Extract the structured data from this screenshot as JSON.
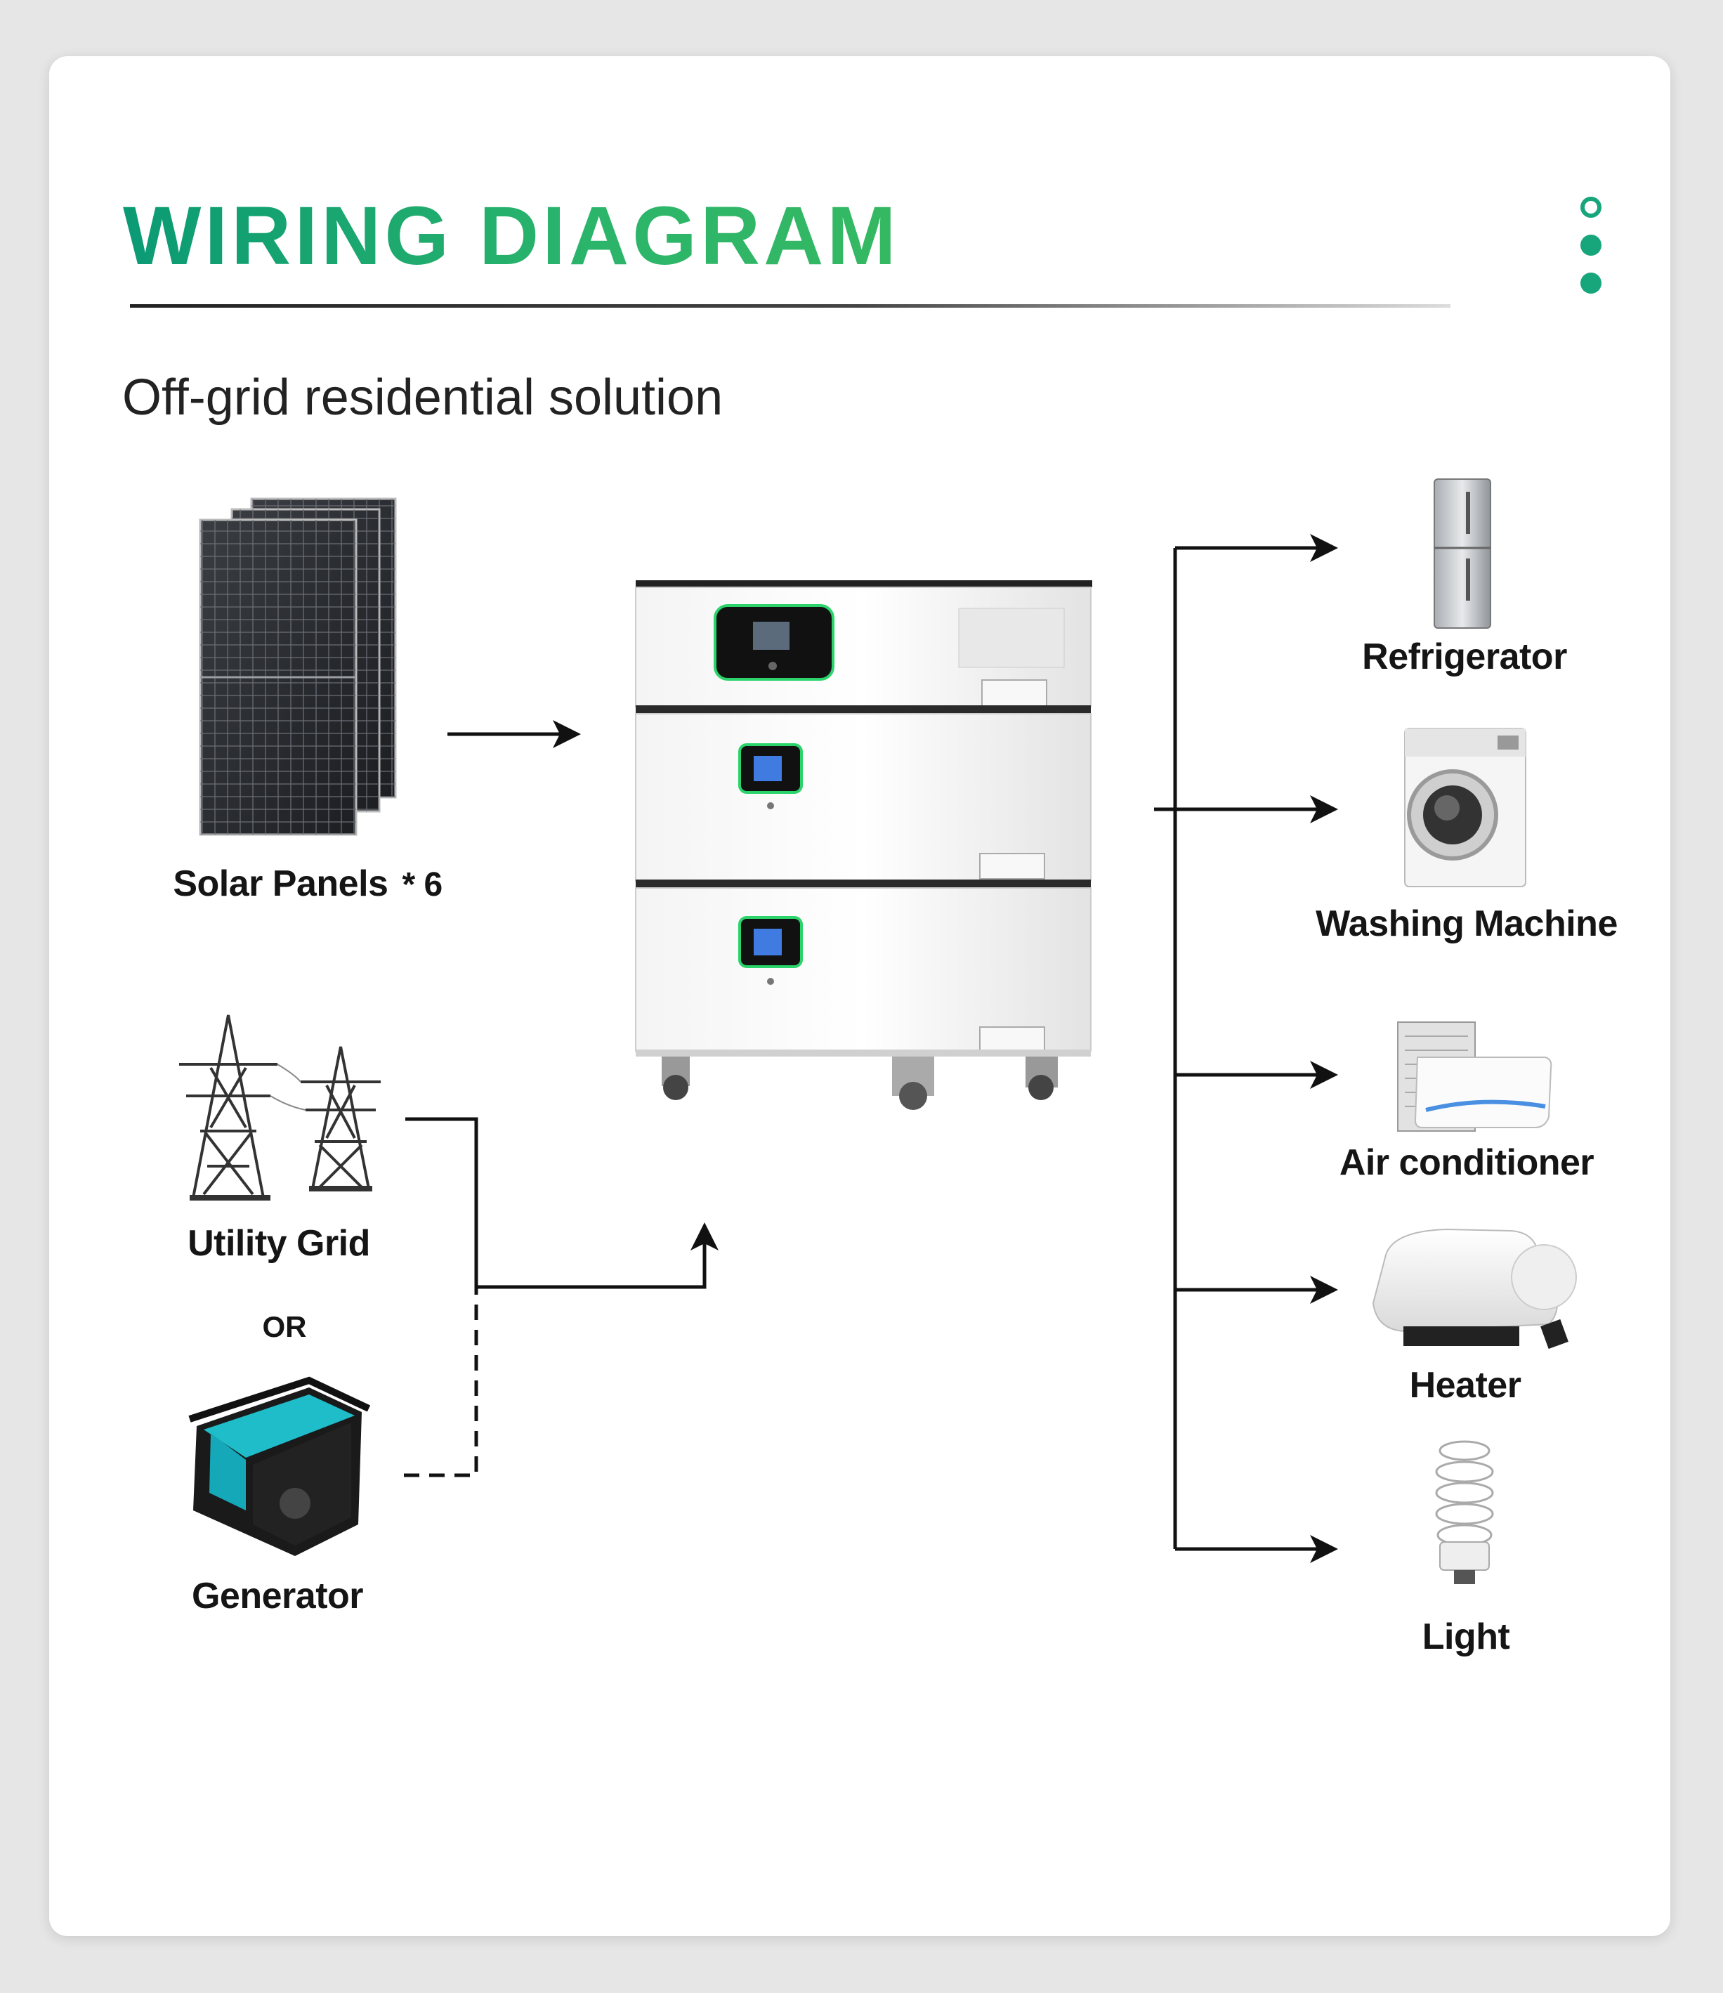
{
  "header": {
    "title": "WIRING DIAGRAM",
    "subtitle": "Off-grid residential solution",
    "accent_color": "#17a57c"
  },
  "sources": {
    "solar": {
      "label": "Solar Panels",
      "multiplier": "* 6",
      "icon": "solar-panel-icon"
    },
    "grid": {
      "label": "Utility Grid",
      "icon": "power-tower-icon"
    },
    "separator": "OR",
    "generator": {
      "label": "Generator",
      "icon": "generator-icon"
    }
  },
  "center": {
    "icon": "stacked-battery-inverter-icon"
  },
  "loads": [
    {
      "label": "Refrigerator",
      "icon": "refrigerator-icon"
    },
    {
      "label": "Washing Machine",
      "icon": "washing-machine-icon"
    },
    {
      "label": "Air conditioner",
      "icon": "air-conditioner-icon"
    },
    {
      "label": "Heater",
      "icon": "water-heater-icon"
    },
    {
      "label": "Light",
      "icon": "light-bulb-icon"
    }
  ]
}
